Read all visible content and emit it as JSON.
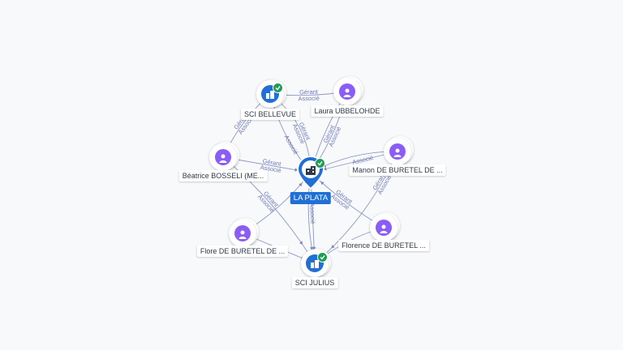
{
  "colors": {
    "edge": "#7b86b8",
    "edge_label": "#6c79b5",
    "company": "#1f6fd6",
    "person": "#8b5cf6",
    "check": "#1f9d55"
  },
  "nodes": {
    "la_plata": {
      "label": "LA PLATA",
      "icon": "building-icon"
    },
    "sci_bellevue": {
      "label": "SCI BELLEVUE",
      "icon": "building-icon"
    },
    "sci_julius": {
      "label": "SCI JULIUS",
      "icon": "building-icon"
    },
    "laura": {
      "label": "Laura UBBELOHDE",
      "icon": "person-icon"
    },
    "beatrice": {
      "label": "Béatrice BOSSELI (ME...",
      "icon": "person-icon"
    },
    "manon": {
      "label": "Manon DE BURETEL DE ...",
      "icon": "person-icon"
    },
    "flore": {
      "label": "Flore DE BURETEL DE ...",
      "icon": "person-icon"
    },
    "florence": {
      "label": "Florence DE BURETEL ...",
      "icon": "person-icon"
    }
  },
  "edge_labels": {
    "gerant": "Gérant",
    "associe": "Associé"
  }
}
